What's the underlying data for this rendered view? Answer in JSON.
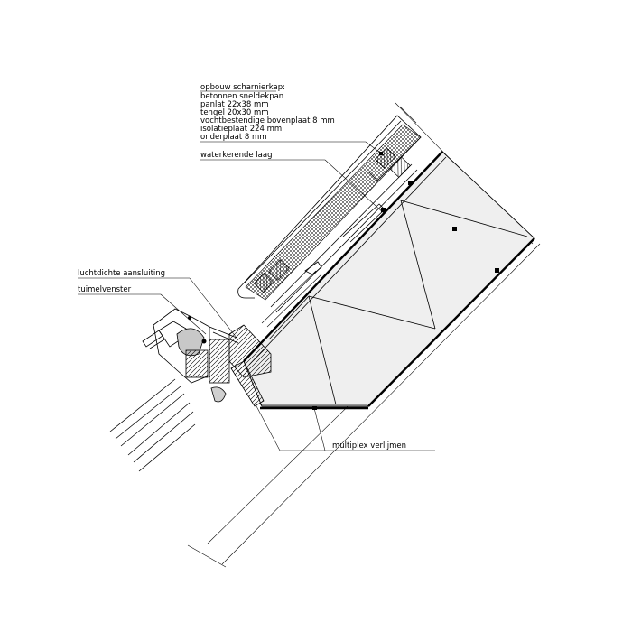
{
  "labels": {
    "buildup_title": "opbouw scharnierkap:",
    "buildup_lines": [
      "betonnen sneldekpan",
      "panlat 22x38 mm",
      "tengel 20x30 mm",
      "vochtbestendige bovenplaat 8 mm",
      "isolatieplaat 224 mm",
      "onderplaat 8 mm"
    ],
    "water_barrier": "waterkerende laag",
    "airtight": "luchtdichte aansluiting",
    "window": "tuimelvenster",
    "plywood": "multiplex verlijmen"
  }
}
